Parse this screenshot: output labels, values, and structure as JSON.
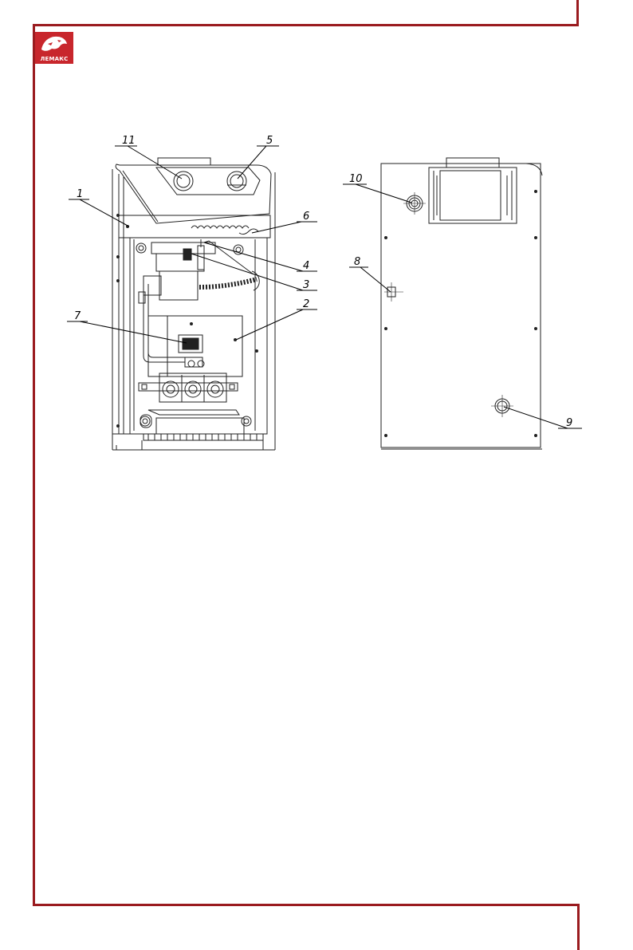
{
  "brand": {
    "logo_text": "ЛЕМАКС",
    "color": "#c8262c",
    "frame_color": "#9a1b1f"
  },
  "callouts": {
    "c1": "1",
    "c2": "2",
    "c3": "3",
    "c4": "4",
    "c5": "5",
    "c6": "6",
    "c7": "7",
    "c8": "8",
    "c9": "9",
    "c10": "10",
    "c11": "11"
  }
}
